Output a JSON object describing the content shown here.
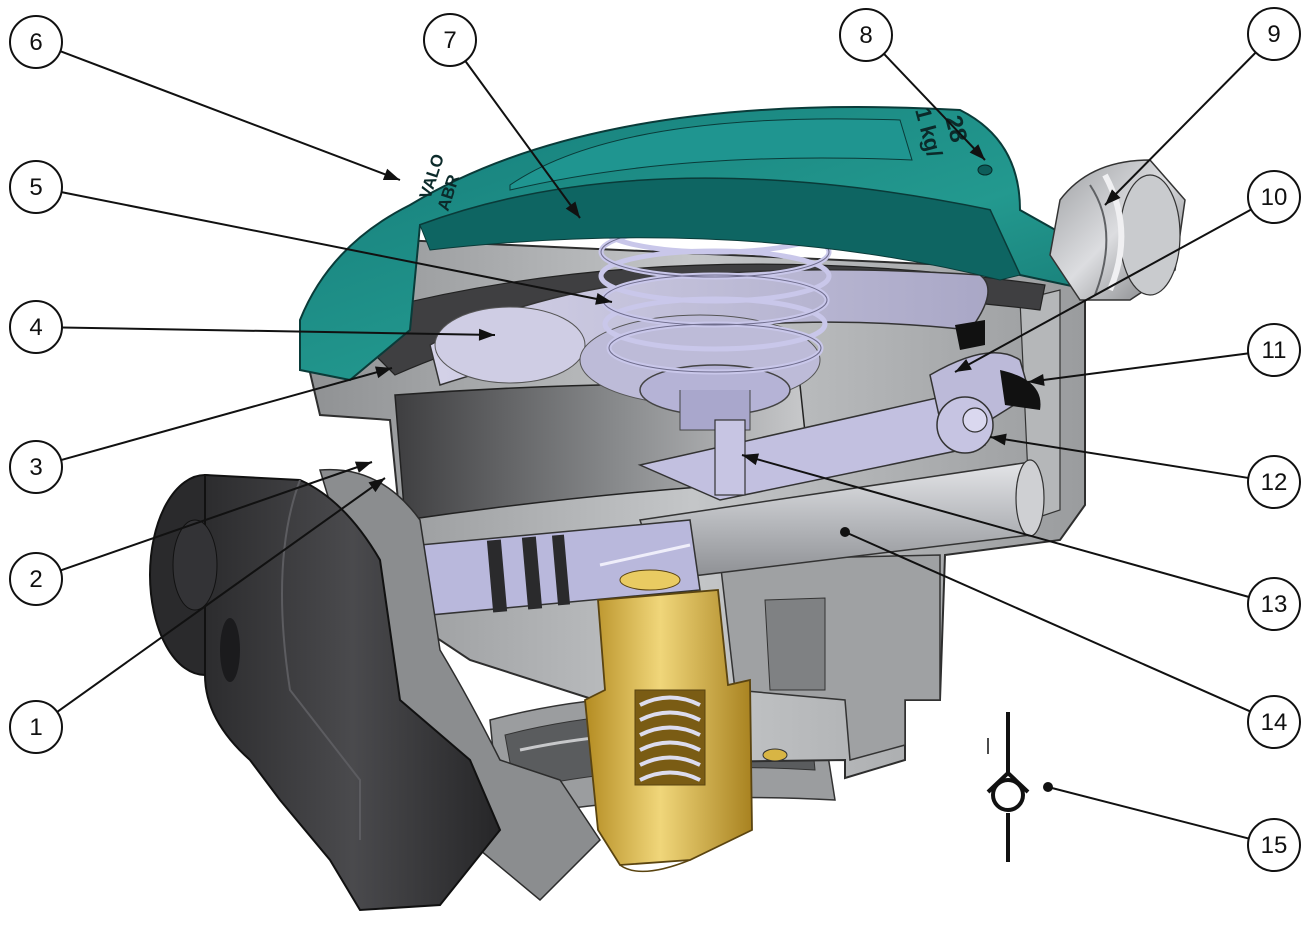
{
  "callouts": [
    {
      "number": "1"
    },
    {
      "number": "2"
    },
    {
      "number": "3"
    },
    {
      "number": "4"
    },
    {
      "number": "5"
    },
    {
      "number": "6"
    },
    {
      "number": "7"
    },
    {
      "number": "8"
    },
    {
      "number": "9"
    },
    {
      "number": "10"
    },
    {
      "number": "11"
    },
    {
      "number": "12"
    },
    {
      "number": "13"
    },
    {
      "number": "14"
    },
    {
      "number": "15"
    }
  ],
  "cover_markings": {
    "valve_text_1": "VALO",
    "valve_text_2": "ABR",
    "rating_text_1": "28",
    "rating_text_2": "1 kg/"
  },
  "colors": {
    "cover_teal": "#1b8a86",
    "body_grey": "#a9abad",
    "brass": "#d8b544",
    "knob_dark": "#3a3a3c",
    "spring_lavender": "#c4c2e6",
    "callout_stroke": "#111111"
  }
}
